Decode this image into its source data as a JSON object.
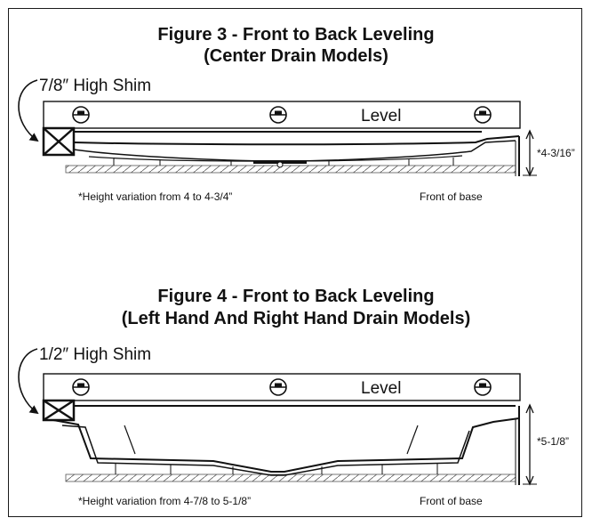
{
  "figure3": {
    "title_line1": "Figure 3 - Front to Back Leveling",
    "title_line2": "(Center Drain Models)",
    "shim_label": "7/8″ High Shim",
    "level_label": "Level",
    "dimension": "*4-3/16”",
    "note": "*Height variation from 4 to 4-3/4”",
    "front_label": "Front of base"
  },
  "figure4": {
    "title_line1": "Figure 4 - Front to Back Leveling",
    "title_line2": "(Left Hand And Right Hand Drain Models)",
    "shim_label": "1/2″ High Shim",
    "level_label": "Level",
    "dimension": "*5-1/8”",
    "note": "*Height variation from 4-7/8 to 5-1/8”",
    "front_label": "Front of base"
  }
}
